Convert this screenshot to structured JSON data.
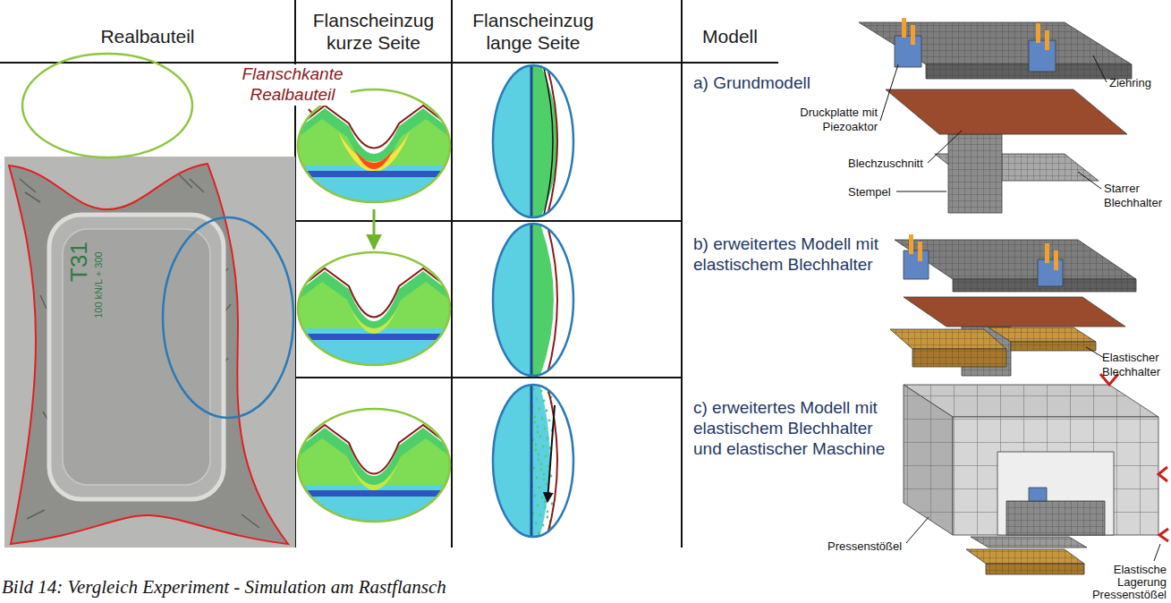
{
  "diagram": {
    "caption": "Bild 14: Vergleich Experiment - Simulation am Rastflansch",
    "labels": [
      "Realbauteil",
      "Flanscheinzug kurze Seite",
      "Flanscheinzug lange Seite",
      "Modell",
      "Flanschkante Realbauteil",
      "T31",
      "100 kN/L + 300",
      "a) Grundmodell",
      "Druckplatte mit Piezoaktor",
      "Ziehring",
      "Blechzuschnitt",
      "Stempel",
      "Starrer Blechhalter",
      "b) erweitertes Modell mit elastischem Blechhalter",
      "Elastischer Blechhalter",
      "c) erweitertes Modell mit elastischem Blechhalter und elastischer Maschine",
      "Pressenstößel",
      "Elastische Lagerung Pressenstößel"
    ]
  }
}
